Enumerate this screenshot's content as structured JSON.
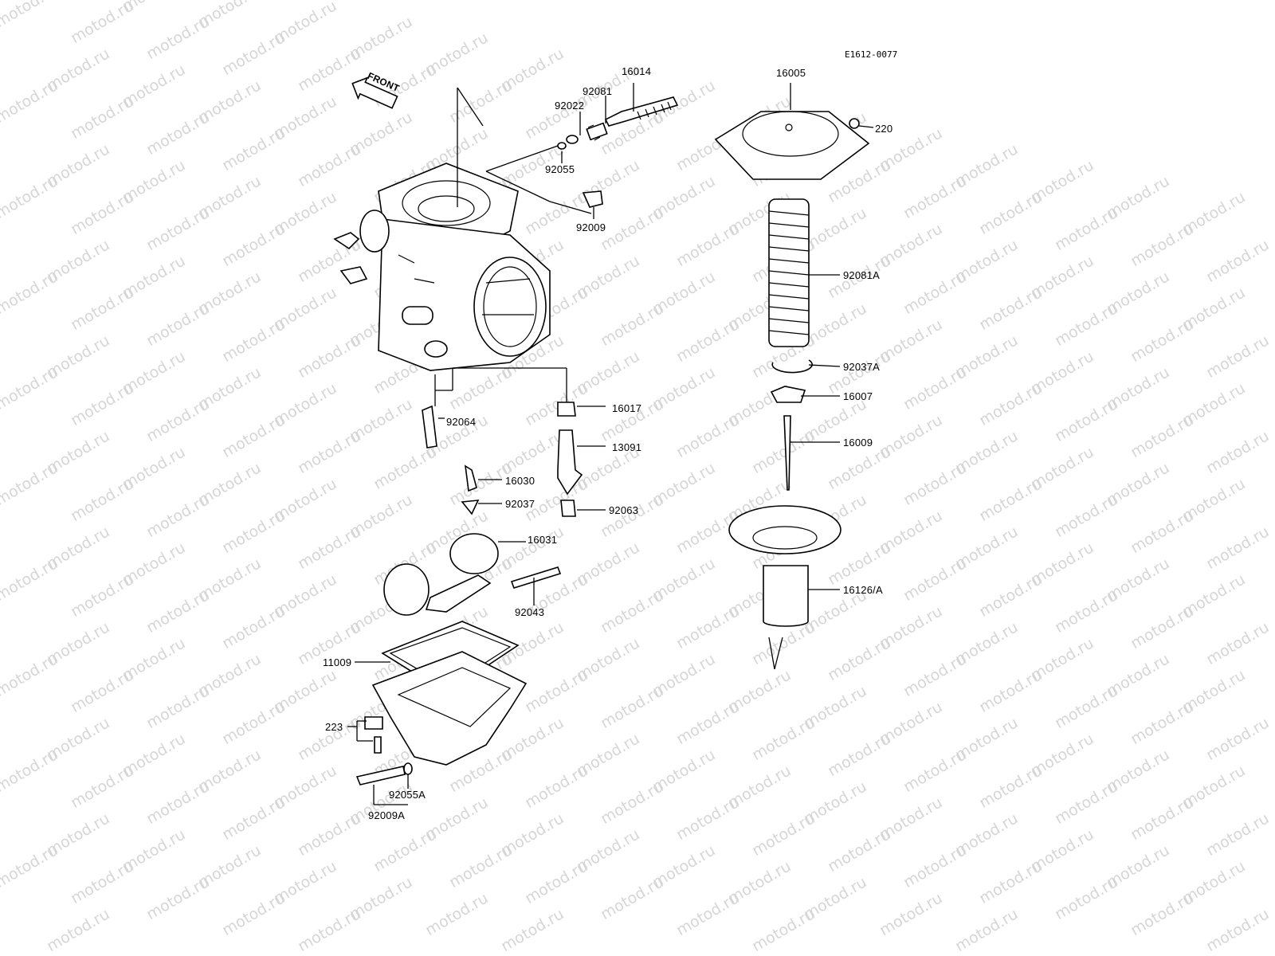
{
  "figure_code": "E1612-0077",
  "front_label": "FRONT",
  "watermark_text": "motod.ru",
  "labels": {
    "p16014": "16014",
    "p92081": "92081",
    "p92022": "92022",
    "p92055": "92055",
    "p92009": "92009",
    "p92064": "92064",
    "p16017": "16017",
    "p13091": "13091",
    "p16030": "16030",
    "p92037": "92037",
    "p92063": "92063",
    "p16031": "16031",
    "p92043": "92043",
    "p11009": "11009",
    "p223": "223",
    "p92055A": "92055A",
    "p92009A": "92009A",
    "p16005": "16005",
    "p220": "220",
    "p92081A": "92081A",
    "p92037A": "92037A",
    "p16007": "16007",
    "p16009": "16009",
    "p16126A": "16126/A"
  }
}
